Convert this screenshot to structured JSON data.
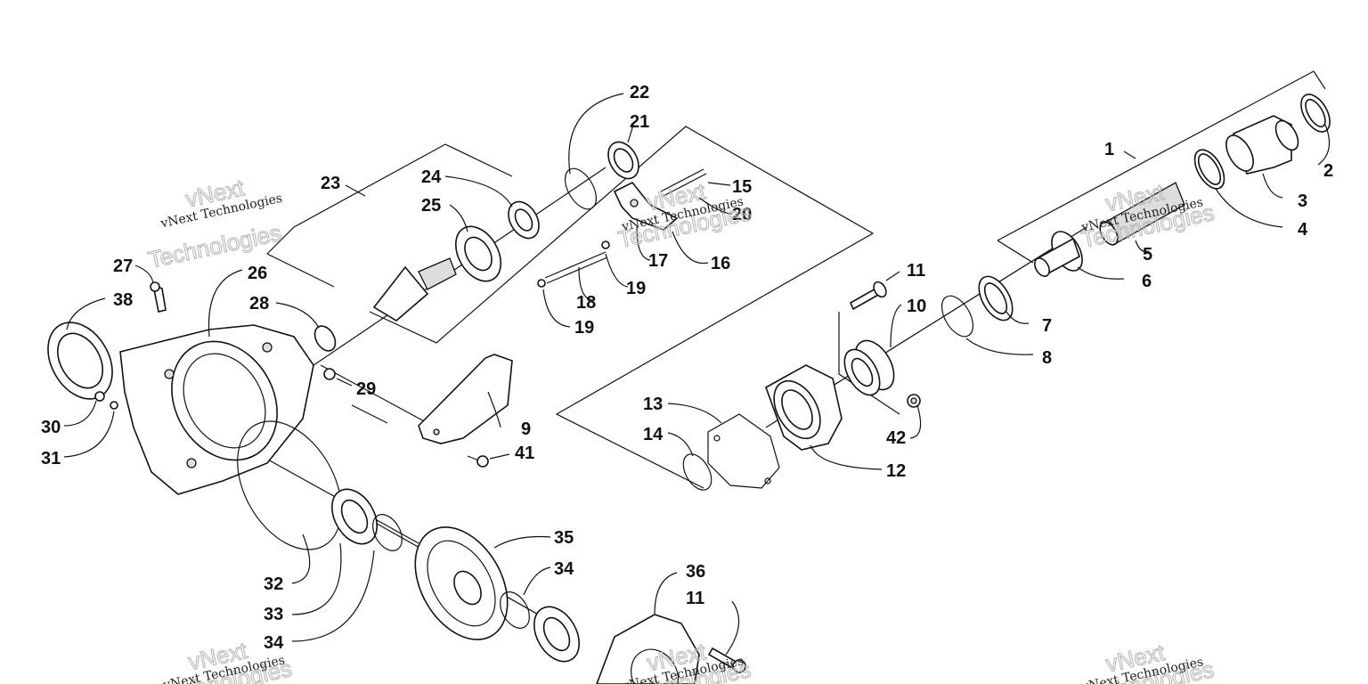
{
  "labels": [
    "1",
    "2",
    "3",
    "4",
    "5",
    "6",
    "7",
    "8",
    "9",
    "10",
    "11",
    "11",
    "12",
    "13",
    "14",
    "15",
    "16",
    "17",
    "18",
    "19",
    "19",
    "20",
    "21",
    "22",
    "23",
    "24",
    "25",
    "26",
    "27",
    "28",
    "29",
    "30",
    "31",
    "32",
    "33",
    "34",
    "34",
    "35",
    "36",
    "38",
    "41",
    "42"
  ],
  "watermark": {
    "line1": "vNext Technologies",
    "line2": "vNext",
    "line3": "Technologies"
  },
  "colors": {
    "stroke": "#111111",
    "watermark": "#b9b9b9",
    "background": "#ffffff"
  }
}
